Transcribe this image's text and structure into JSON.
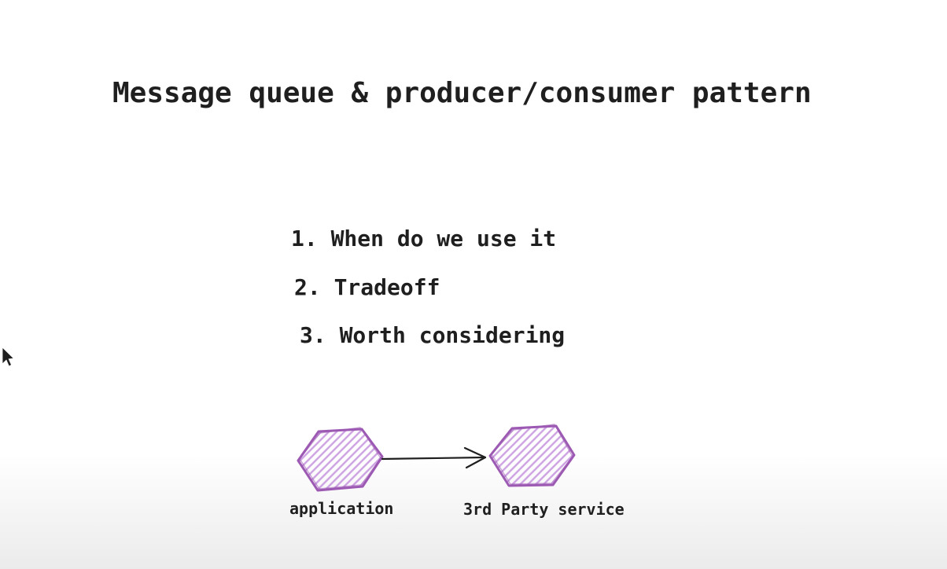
{
  "slide": {
    "title": "Message queue & producer/consumer pattern",
    "agenda": {
      "items": [
        "1. When do we use it",
        "2. Tradeoff",
        "3. Worth considering"
      ]
    },
    "diagram": {
      "source_node": {
        "shape": "hexagon",
        "fill_style": "hachure",
        "label": "application"
      },
      "target_node": {
        "shape": "hexagon",
        "fill_style": "hachure",
        "label": "3rd Party service"
      },
      "connector": {
        "type": "arrow",
        "from": "application",
        "to": "3rd Party service"
      }
    },
    "cursor": {
      "icon": "arrow-pointer-cursor"
    },
    "colors": {
      "text": "#1f1f1f",
      "arrow": "#1f1f1f",
      "hexagon_stroke": "#9c5ab3",
      "hexagon_hatch": "#cda2e2",
      "background": "#ffffff",
      "background_fade": "#ebebeb"
    }
  }
}
